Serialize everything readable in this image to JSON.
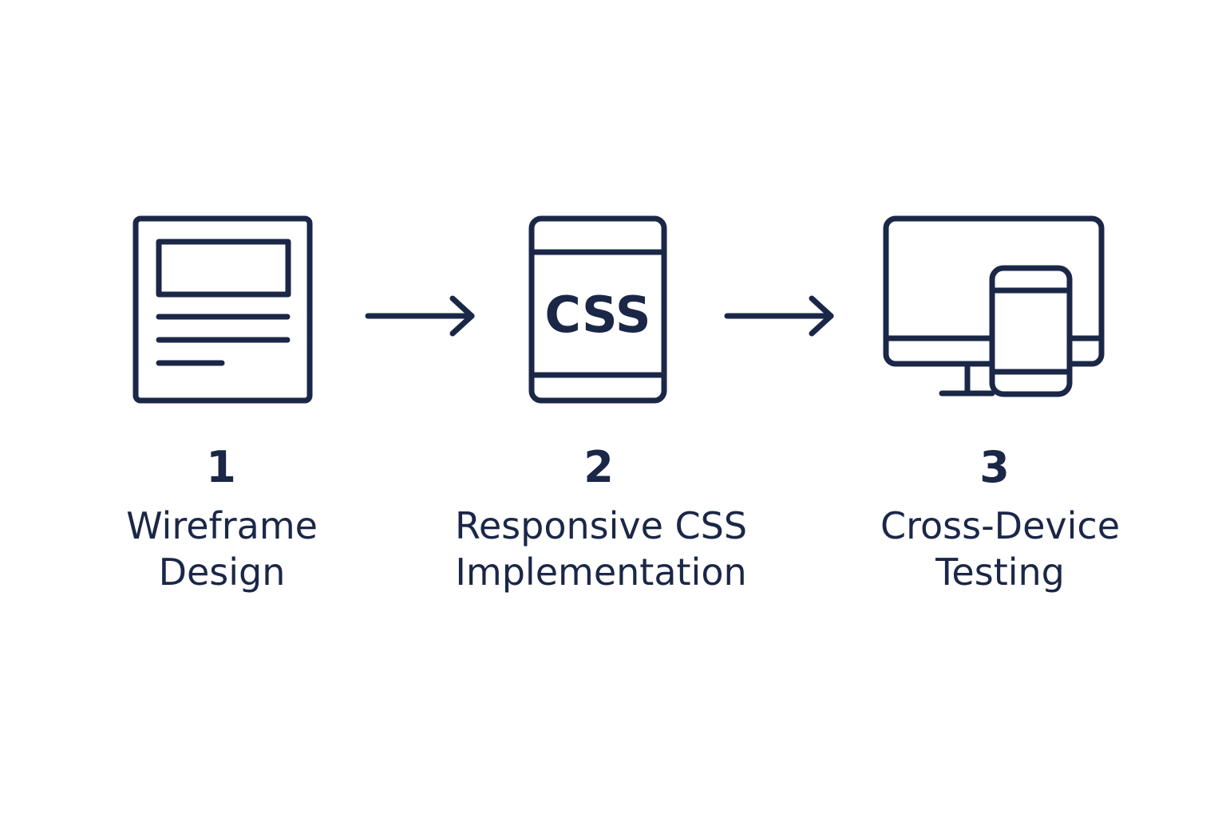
{
  "colors": {
    "ink": "#1b2747",
    "background": "#ffffff"
  },
  "steps": [
    {
      "number": "1",
      "label_line1": "Wireframe",
      "label_line2": "Design",
      "icon": "wireframe-icon"
    },
    {
      "number": "2",
      "label_line1": "Responsive CSS",
      "label_line2": "Implementation",
      "icon": "css-tablet-icon",
      "icon_text": "CSS"
    },
    {
      "number": "3",
      "label_line1": "Cross-Device",
      "label_line2": "Testing",
      "icon": "monitor-phone-icon"
    }
  ],
  "connectors": [
    {
      "icon": "arrow-right-icon"
    },
    {
      "icon": "arrow-right-icon"
    }
  ]
}
